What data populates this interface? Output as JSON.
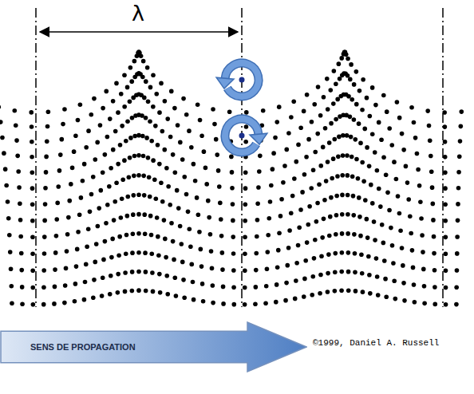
{
  "diagram": {
    "nodes": [
      {
        "text": [
          "SENS DE PROPAGATION"
        ]
      }
    ],
    "labels": [
      "λ",
      "©1999, Daniel A. Russell"
    ]
  }
}
